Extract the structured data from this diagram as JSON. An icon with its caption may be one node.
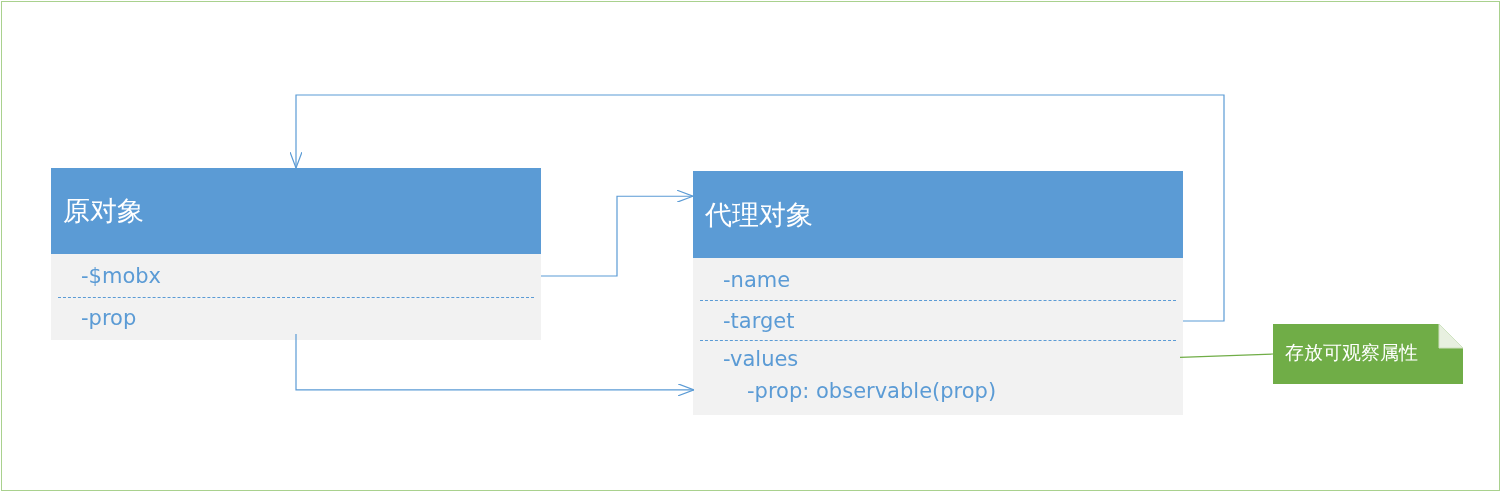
{
  "diagram": {
    "nodes": [
      {
        "text": [
          "原对象"
        ]
      },
      {
        "text": [
          "-$mobx"
        ],
        "in": 0
      },
      {
        "text": [
          "-prop"
        ],
        "in": 0
      },
      {
        "text": [
          "代理对象"
        ]
      },
      {
        "text": [
          "-name"
        ],
        "in": 3
      },
      {
        "text": [
          "-target"
        ],
        "in": 3
      },
      {
        "text": [
          "-values",
          "-prop: observable(prop)"
        ],
        "in": 3
      },
      {
        "text": [
          "存放可观察属性"
        ]
      }
    ],
    "edges": [
      {
        "from": 1,
        "to": 3,
        "arrow": "to"
      },
      {
        "from": 2,
        "to": 6,
        "arrow": "to"
      },
      {
        "from": 5,
        "to": 0,
        "arrow": "to"
      },
      {
        "from": 7,
        "to": 6,
        "arrow": "none",
        "color": "#70ad47"
      }
    ]
  }
}
